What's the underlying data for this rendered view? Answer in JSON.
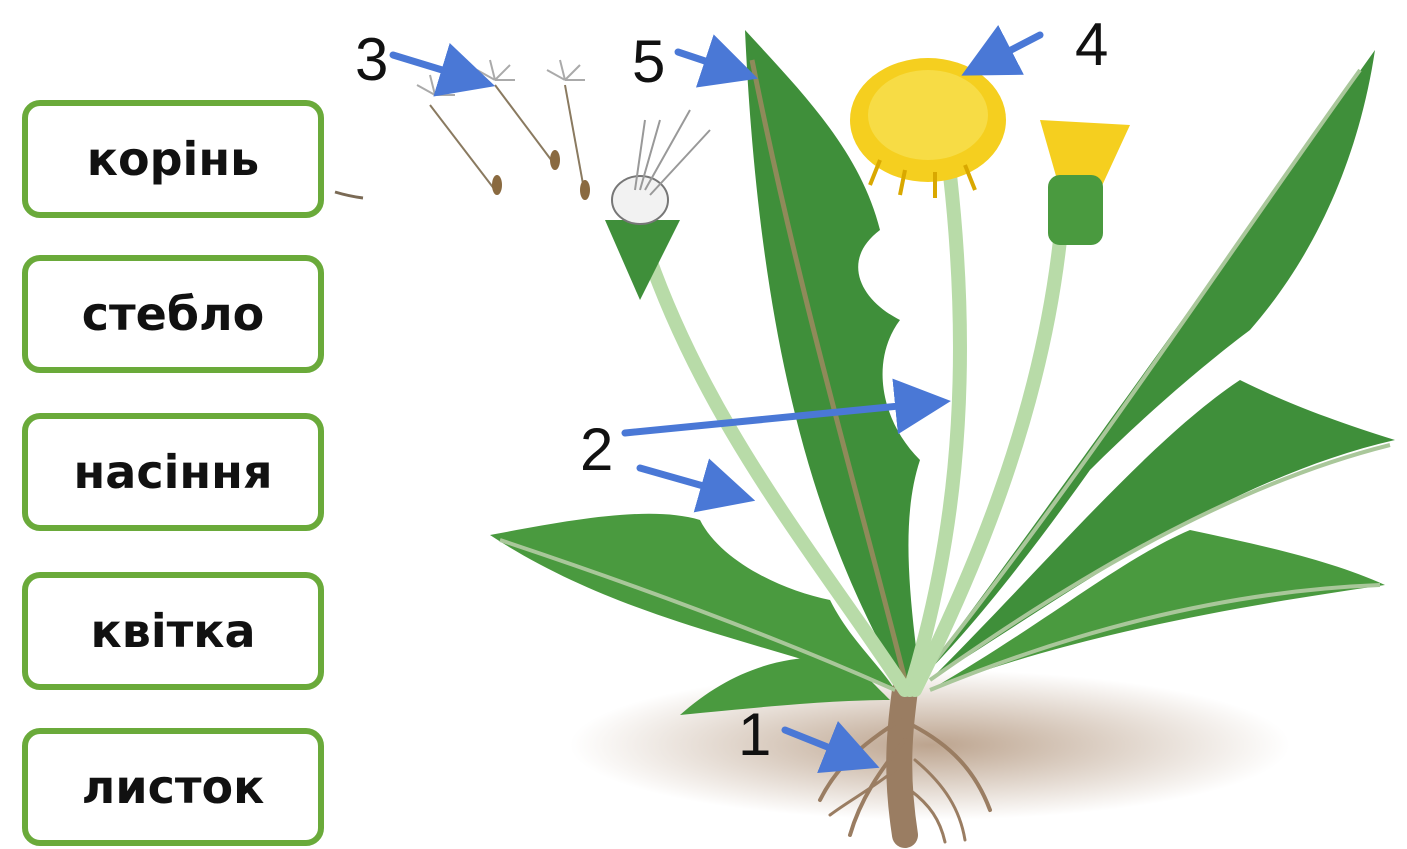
{
  "labels": [
    "корінь",
    "стебло",
    "насіння",
    "квітка",
    "листок"
  ],
  "markers": [
    "1",
    "2",
    "3",
    "4",
    "5"
  ],
  "colors": {
    "box_border": "#6aaa3a",
    "arrow": "#4a78d6",
    "leaf": "#3f8f3a",
    "leaf_light": "#6dbb5a",
    "flower": "#f5cf1f",
    "soil": "#b59a82",
    "root": "#9a7d62"
  }
}
